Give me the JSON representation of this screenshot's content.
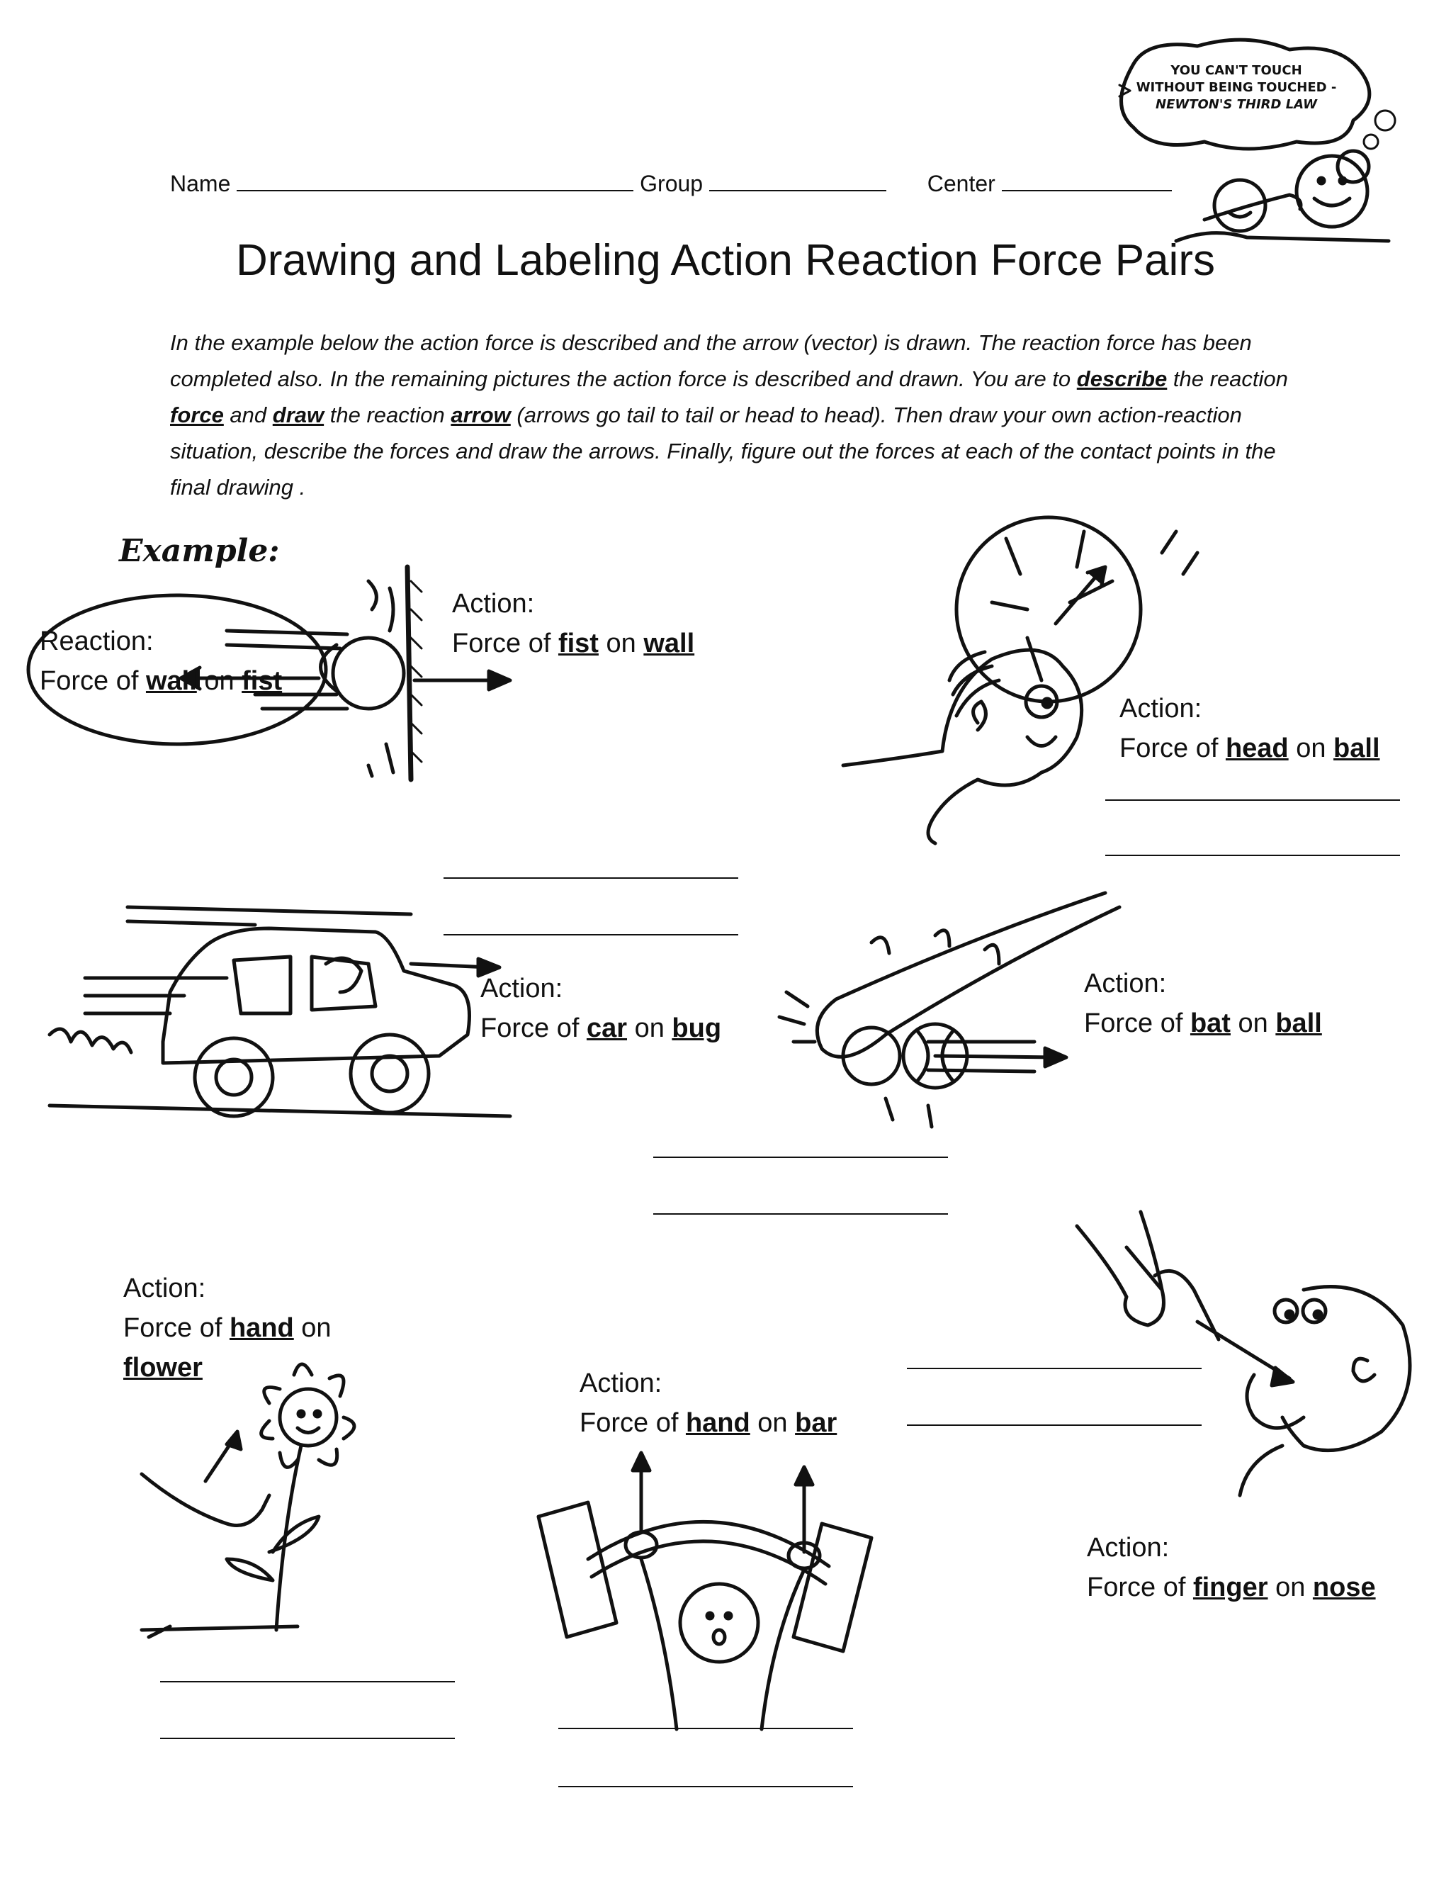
{
  "cartoon": {
    "line1": "YOU CAN'T TOUCH",
    "line2": "WITHOUT BEING TOUCHED -",
    "line3": "NEWTON'S THIRD LAW"
  },
  "header": {
    "name_label": "Name",
    "group_label": "Group",
    "center_label": "Center"
  },
  "title": "Drawing and Labeling Action Reaction Force Pairs",
  "instructions": {
    "part1": "In the example below the action force is described and the arrow (vector) is drawn.  The reaction force has been completed also.  In the remaining pictures the action force is described and drawn.  You are to ",
    "describe": "describe",
    "part2": " the reaction ",
    "force": "force",
    "part3": " and ",
    "draw": "draw",
    "part4": " the reaction ",
    "arrow": "arrow",
    "part5": " (arrows go tail to tail or head to head).  Then draw your own action-reaction situation, describe the forces and draw the arrows.  Finally, figure out the forces at each of the contact points in the final drawing ."
  },
  "example": {
    "heading": "Example:",
    "reaction_heading": "Reaction:",
    "reaction_prefix": "Force of ",
    "reaction_a": "wall",
    "reaction_on": " on ",
    "reaction_b": "fist",
    "action_heading": "Action:",
    "action_prefix": "Force of ",
    "action_a": "fist",
    "action_on": " on ",
    "action_b": "wall"
  },
  "panels": {
    "head": {
      "heading": "Action:",
      "prefix": "Force of ",
      "a": "head",
      "on": " on ",
      "b": "ball"
    },
    "car": {
      "heading": "Action:",
      "prefix": "Force of ",
      "a": "car",
      "on": " on ",
      "b": "bug"
    },
    "bat": {
      "heading": "Action:",
      "prefix": "Force of ",
      "a": "bat",
      "on": " on ",
      "b": "ball"
    },
    "flower": {
      "heading": "Action:",
      "prefix": "Force of ",
      "a": "hand",
      "on": " on",
      "b": "flower"
    },
    "bar": {
      "heading": "Action:",
      "prefix": "Force of ",
      "a": "hand",
      "on": " on ",
      "b": "bar"
    },
    "nose": {
      "heading": "Action:",
      "prefix": "Force of ",
      "a": "finger",
      "on": " on ",
      "b": "nose"
    }
  }
}
